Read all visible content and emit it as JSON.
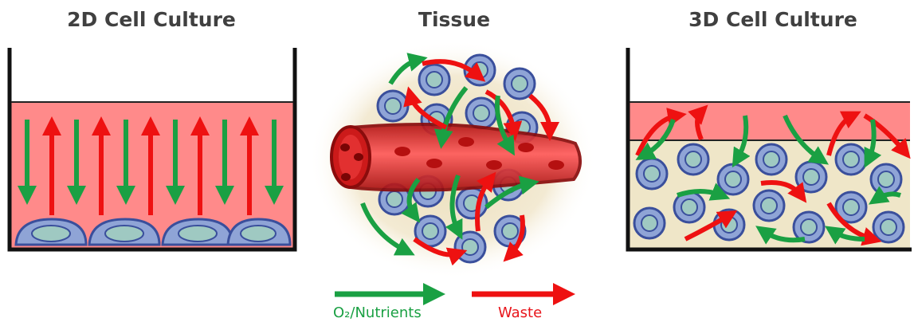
{
  "titles": {
    "culture_2d": "2D Cell Culture",
    "tissue": "Tissue",
    "culture_3d": "3D Cell Culture"
  },
  "legend": {
    "nutrients": "O₂/Nutrients",
    "waste": "Waste"
  },
  "colors": {
    "medium": "#ff8a8a",
    "medium_light": "#ffb0b0",
    "nutrient_arrow": "#1aa043",
    "waste_arrow": "#ee1111",
    "cell_body": "#8fa4d6",
    "cell_outline": "#3a4f9c",
    "nucleus": "#9fc9c2",
    "vessel": "#cc1a1a",
    "matrix": "#efe6c8"
  },
  "icons": [
    "culture-dish-icon",
    "cell-icon",
    "blood-vessel-icon",
    "nutrient-arrow-icon",
    "waste-arrow-icon"
  ]
}
